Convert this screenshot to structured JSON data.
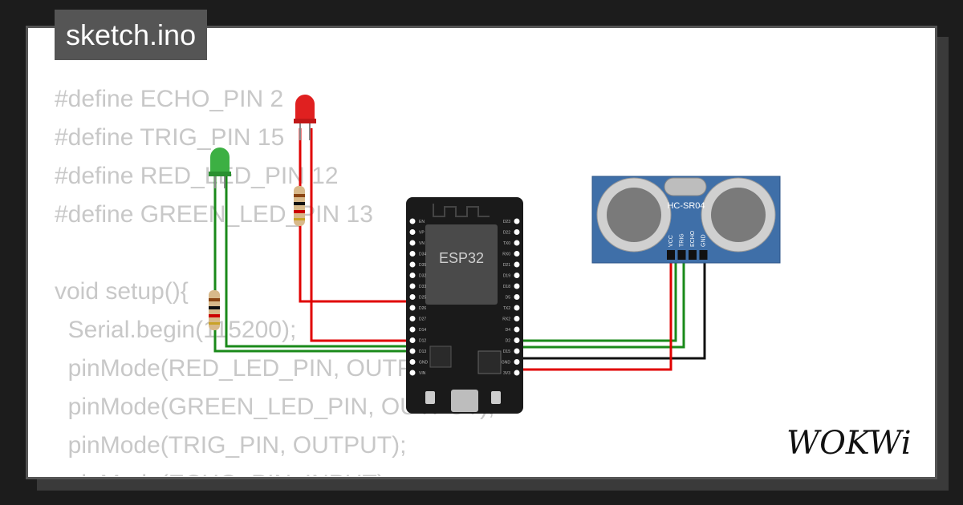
{
  "title": "sketch.ino",
  "code_lines": [
    "#define ECHO_PIN 2",
    "#define TRIG_PIN 15",
    "#define RED_LED_PIN 12",
    "#define GREEN_LED_PIN 13",
    "",
    "void setup(){",
    "  Serial.begin(115200);",
    "  pinMode(RED_LED_PIN, OUTPUT);",
    "  pinMode(GREEN_LED_PIN, OUTPUT);",
    "  pinMode(TRIG_PIN, OUTPUT);",
    "  pinMode(ECHO_PIN, INPUT);"
  ],
  "board": {
    "label": "ESP32",
    "left_pins": [
      "EN",
      "VP",
      "VN",
      "D34",
      "D35",
      "D32",
      "D33",
      "D25",
      "D26",
      "D27",
      "D14",
      "D12",
      "D13",
      "GND",
      "VIN"
    ],
    "right_pins": [
      "D23",
      "D22",
      "TX0",
      "RX0",
      "D21",
      "D19",
      "D18",
      "D5",
      "TX2",
      "RX2",
      "D4",
      "D2",
      "D15",
      "GND",
      "3V3"
    ]
  },
  "sensor": {
    "label": "HC-SR04",
    "pins": [
      "VCC",
      "TRIG",
      "ECHO",
      "GND"
    ]
  },
  "logo_text": "WOKWi",
  "colors": {
    "background": "#1c1c1c",
    "card": "#ffffff",
    "title_bg": "#555555",
    "wire_red": "#e00000",
    "wire_green": "#1a8a1a",
    "wire_black": "#111111",
    "led_red": "#e02020",
    "led_green": "#3cb043",
    "sensor_blue": "#3f6fa8",
    "board": "#1a1a1a"
  }
}
